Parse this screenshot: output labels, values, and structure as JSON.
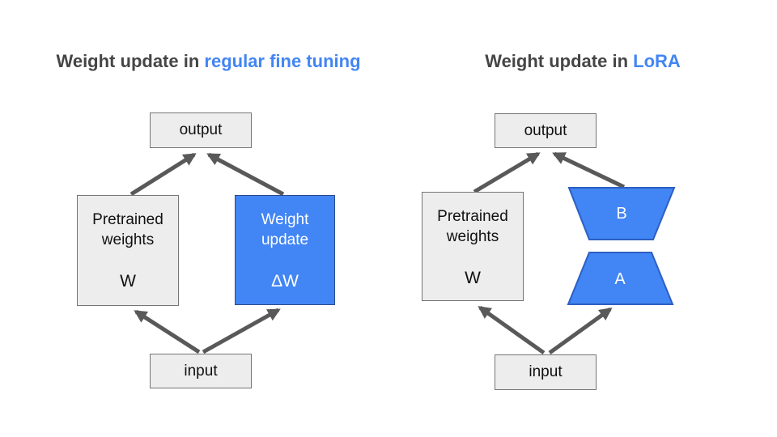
{
  "colors": {
    "accent_blue": "#4285f4",
    "title_gray": "#454545",
    "box_fill": "#ededed",
    "box_border": "#757575",
    "arrow_gray": "#595959",
    "trapezoid_border": "#2c5fc4"
  },
  "left_panel": {
    "title_prefix": "Weight update in",
    "title_highlight": "regular fine tuning",
    "output": "output",
    "input": "input",
    "pretrained": {
      "line1": "Pretrained",
      "line2": "weights",
      "symbol": "W"
    },
    "weight_update": {
      "line1": "Weight",
      "line2": "update",
      "symbol": "ΔW"
    }
  },
  "right_panel": {
    "title_prefix": "Weight update in",
    "title_highlight": "LoRA",
    "output": "output",
    "input": "input",
    "pretrained": {
      "line1": "Pretrained",
      "line2": "weights",
      "symbol": "W"
    },
    "lora_b": "B",
    "lora_a": "A"
  }
}
